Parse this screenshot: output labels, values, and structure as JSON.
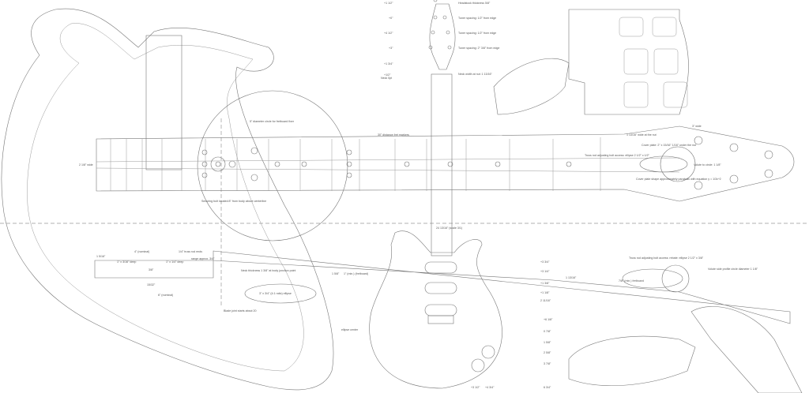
{
  "headstock": {
    "dims": [
      "+1 1/2\"",
      "+0\"",
      "+4 1/2\"",
      "+3\"",
      "+1 3/4\"",
      "+1/2\"",
      "Neck 0pt"
    ],
    "notes": [
      "Headstock thickness 5/8\"",
      "Tuner spacing: 1/2\" from edge",
      "Tuner spacing: 1/2\" from edge",
      "Tuner spacing: 2\" 3/8\" from edge",
      "Neck width at nut: 1 13/16\""
    ]
  },
  "neck": {
    "width_label": "2 1/8\" wide",
    "circle_note": "5\" diameter circle for fretboard fixer",
    "fret_note": "30\" distance fret markers",
    "nut_width": "1 13/16\" wide at the nut",
    "head_width": "3\" wide",
    "cover_plate": "Cover plate: 2\" x 15/16\" 1/16\" under the nut",
    "truss_access": "Truss rod adjusting bolt access: ellipse 2 1/2\" x 1/2\"",
    "cover_shape": "Cover plate shape approximately parabolic with equation y = 1/3x^2",
    "volute": "Volute to circle: 1 1/8\"",
    "bolt_note": "Securing bolt located 8\" from body above centerline"
  },
  "side": {
    "labels": [
      "4\" (nominal)",
      "1/4\" truss rod ends",
      "1 5/16\"",
      "1\" x 3/16\" deep",
      "1\" x 1/4\" deep",
      "range approx. 3/4\"",
      "3/8\"",
      "15/32\"",
      "6\" (nominal)",
      "Neck thickness 1 3/8\" at body junction point",
      "3\" x 3/4\" (4:1 ratio) ellipse",
      "Blade joint starts about 20",
      "1 5/8\"",
      "1\" (min.) (fretboard)",
      "Truss rod adjusting bolt access: rebate: ellipse 2 1/2\" x 3/8\"",
      "7/8\" (min.) fretboard",
      "1 13/16\"",
      "Volute side profile circle diameter 1 1/8\""
    ]
  },
  "body": {
    "scale": "24 13/16\" (scale 3/1)",
    "ellipse_center": "ellipse center",
    "right_dims": [
      "+3 3/4\"",
      "+3 1/4\"",
      "+1 3/8\"",
      "+1 1/8\"",
      "2 11/16\"",
      "+6 1/8\"",
      "0 7/8\"",
      "1 5/8\"",
      "2 5/8\"",
      "3 7/8\"",
      "6 3/4\""
    ],
    "bottom_dims": [
      "+3 1/2\"",
      "+4 3/4\""
    ]
  }
}
